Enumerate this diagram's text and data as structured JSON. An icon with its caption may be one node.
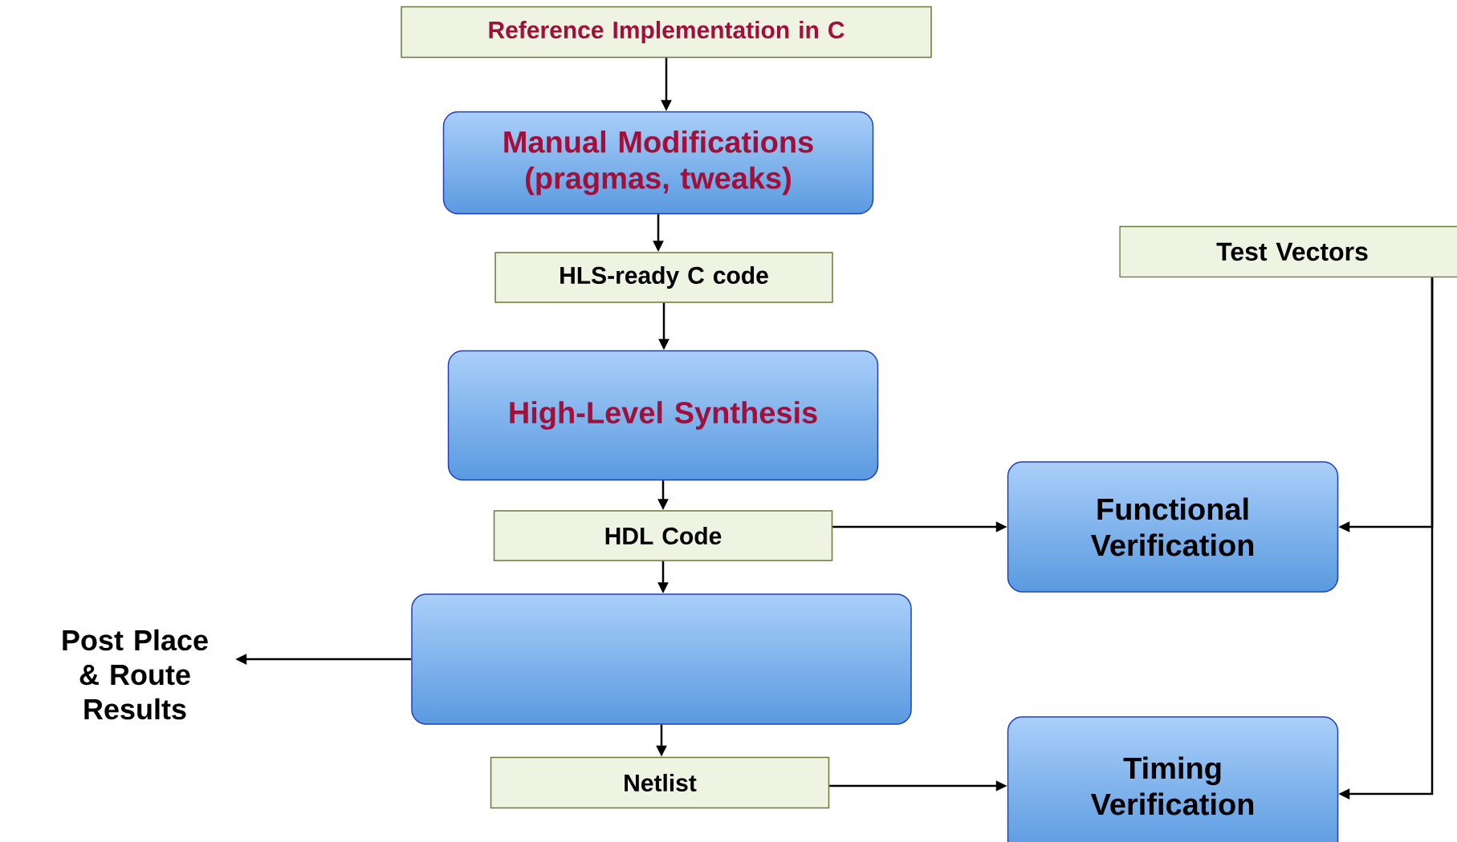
{
  "diagram": {
    "nodes": [
      {
        "text": [
          "Reference Implementation in C"
        ]
      },
      {
        "text": [
          "Manual Modifications (pragmas, tweaks)"
        ]
      },
      {
        "text": [
          "HLS-ready C code"
        ]
      },
      {
        "text": [
          "High-Level Synthesis"
        ]
      },
      {
        "text": [
          "HDL Code"
        ]
      },
      {
        "text": [],
        "shape": "box"
      },
      {
        "text": [
          "Netlist"
        ]
      },
      {
        "text": [
          "Post Place & Route Results"
        ]
      },
      {
        "text": [
          "Test Vectors"
        ]
      },
      {
        "text": [
          "Functional Verification"
        ]
      },
      {
        "text": [
          "Timing Verification"
        ]
      }
    ],
    "edges": [
      {
        "from": 0,
        "to": 1,
        "arrow": "to"
      },
      {
        "from": 1,
        "to": 2,
        "arrow": "to"
      },
      {
        "from": 2,
        "to": 3,
        "arrow": "to"
      },
      {
        "from": 3,
        "to": 4,
        "arrow": "to"
      },
      {
        "from": 4,
        "to": 5,
        "arrow": "to"
      },
      {
        "from": 5,
        "to": 6,
        "arrow": "to"
      },
      {
        "from": 5,
        "to": 7,
        "arrow": "to"
      },
      {
        "from": 4,
        "to": 9,
        "arrow": "to"
      },
      {
        "from": 6,
        "to": 10,
        "arrow": "to"
      },
      {
        "from": 8,
        "to": 9,
        "arrow": "to"
      },
      {
        "from": 8,
        "to": 10,
        "arrow": "to"
      }
    ]
  }
}
